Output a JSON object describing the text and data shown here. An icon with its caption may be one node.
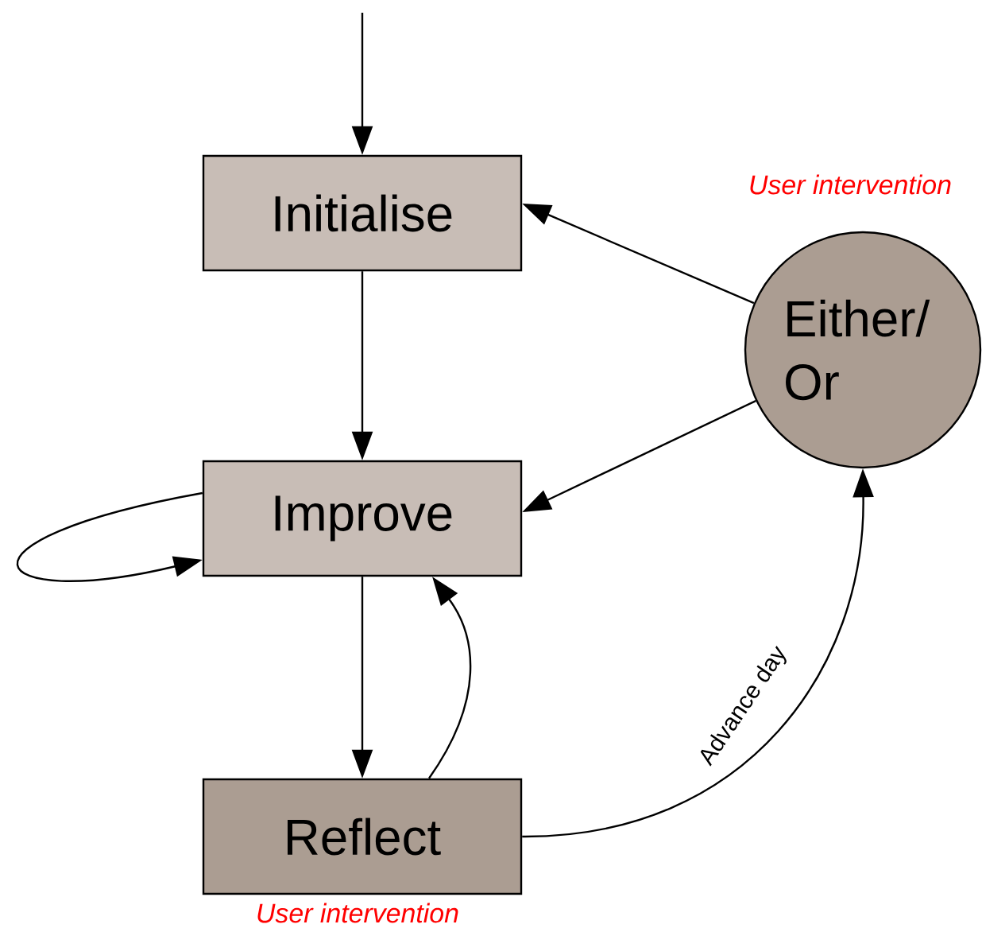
{
  "diagram": {
    "nodes": [
      {
        "text": [
          "Initialise"
        ]
      },
      {
        "text": [
          "Improve"
        ]
      },
      {
        "text": [
          "Reflect"
        ],
        "beside": [
          "User intervention"
        ]
      },
      {
        "text": [
          "Either/ Or"
        ],
        "beside": [
          "User intervention"
        ]
      }
    ],
    "edges": [
      {
        "from": null,
        "to": 0,
        "arrow": "to"
      },
      {
        "from": 0,
        "to": 1,
        "arrow": "to"
      },
      {
        "from": 3,
        "to": 0,
        "arrow": "to"
      },
      {
        "from": 3,
        "to": 1,
        "arrow": "to"
      },
      {
        "from": 1,
        "to": 1,
        "arrow": "to"
      },
      {
        "from": 1,
        "to": 2,
        "arrow": "to"
      },
      {
        "from": 2,
        "to": 1,
        "arrow": "to"
      },
      {
        "from": 2,
        "to": 3,
        "arrow": "to",
        "label": "Advance day"
      }
    ]
  }
}
